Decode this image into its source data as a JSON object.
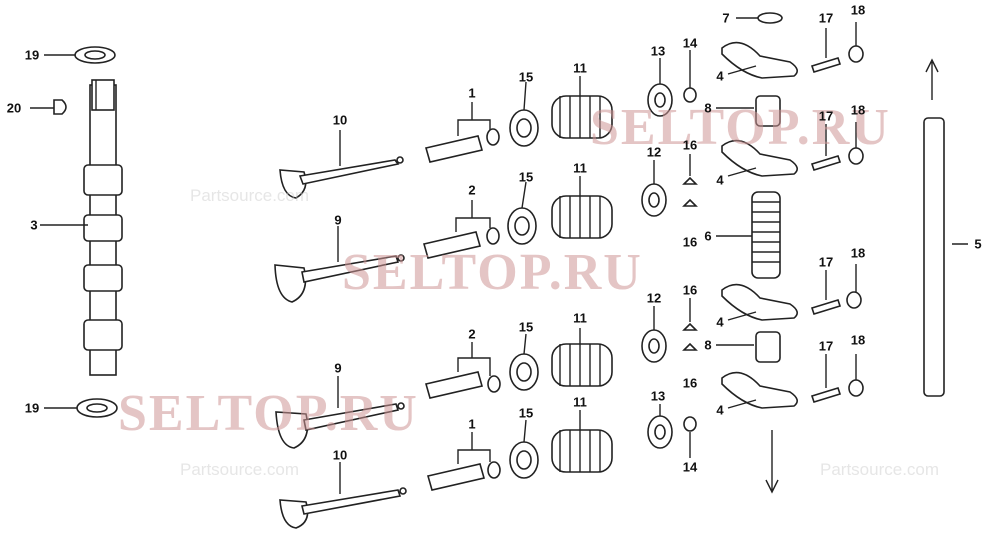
{
  "watermark": {
    "main": "SELTOP.RU",
    "sub": "Partsource.com"
  },
  "labels": {
    "l1_top": "1",
    "l1_bot": "1",
    "l2_a": "2",
    "l2_b": "2",
    "l3": "3",
    "l4_a": "4",
    "l4_b": "4",
    "l4_c": "4",
    "l4_d": "4",
    "l5": "5",
    "l6": "6",
    "l7": "7",
    "l8_a": "8",
    "l8_b": "8",
    "l9_a": "9",
    "l9_b": "9",
    "l10_a": "10",
    "l10_b": "10",
    "l11_a": "11",
    "l11_b": "11",
    "l11_c": "11",
    "l11_d": "11",
    "l12_a": "12",
    "l12_b": "12",
    "l13_a": "13",
    "l13_b": "13",
    "l14_a": "14",
    "l14_b": "14",
    "l15_a": "15",
    "l15_b": "15",
    "l15_c": "15",
    "l15_d": "15",
    "l16_a": "16",
    "l16_b": "16",
    "l16_c": "16",
    "l16_d": "16",
    "l17_a": "17",
    "l17_b": "17",
    "l17_c": "17",
    "l17_d": "17",
    "l18_a": "18",
    "l18_b": "18",
    "l18_c": "18",
    "l18_d": "18",
    "l19_a": "19",
    "l19_b": "19",
    "l20": "20"
  }
}
